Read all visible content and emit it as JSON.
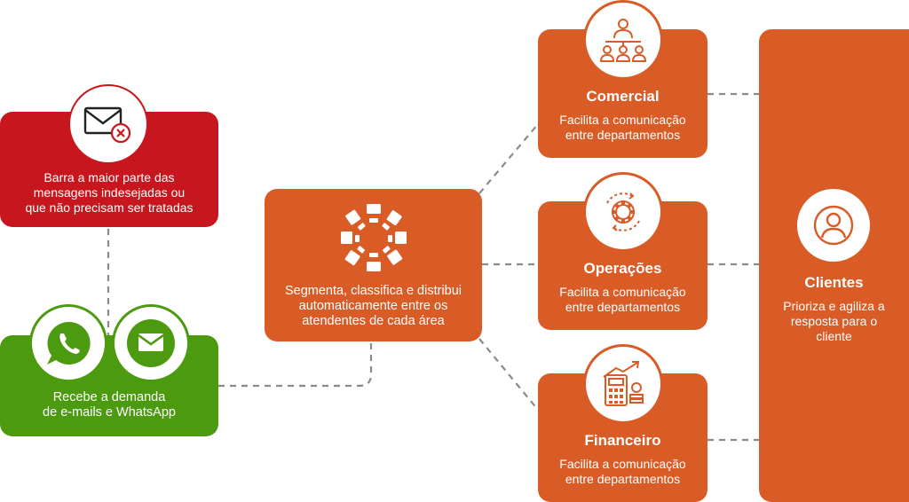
{
  "colors": {
    "red": "#c8161e",
    "green": "#4c9a10",
    "orange": "#d95c26",
    "connector": "#888888"
  },
  "filter_box": {
    "icon": "envelope-x-icon",
    "text": "Barra a maior parte das\nmensagens indesejadas ou\nque não precisam ser tratadas"
  },
  "intake_box": {
    "icons": [
      "whatsapp-icon",
      "mail-icon"
    ],
    "text": "Recebe a demanda\nde e-mails e WhatsApp"
  },
  "router_box": {
    "icon": "distribution-icon",
    "text": "Segmenta, classifica e distribui\nautomaticamente entre os\natendentes de cada área"
  },
  "departments": [
    {
      "icon": "team-meeting-icon",
      "title": "Comercial",
      "text": "Facilita a comunicação\nentre departamentos"
    },
    {
      "icon": "gear-cycle-icon",
      "title": "Operações",
      "text": "Facilita a comunicação\nentre departamentos"
    },
    {
      "icon": "calculator-growth-icon",
      "title": "Financeiro",
      "text": "Facilita a comunicação\nentre departamentos"
    }
  ],
  "clients_box": {
    "icon": "user-icon",
    "title": "Clientes",
    "text": "Prioriza e agiliza a\nresposta para o\ncliente"
  }
}
